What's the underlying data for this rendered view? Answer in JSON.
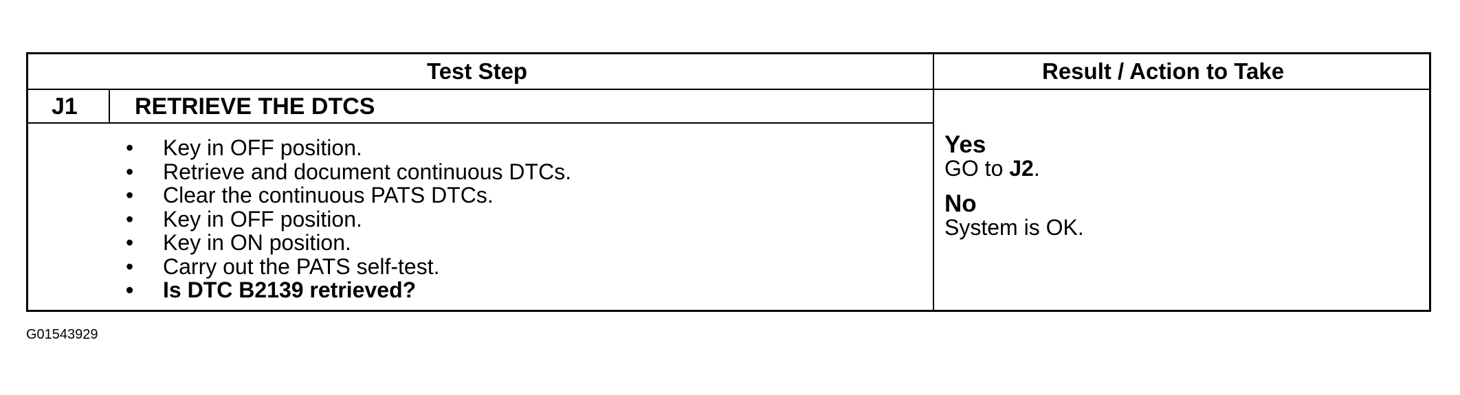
{
  "table": {
    "header": {
      "test_step": "Test Step",
      "result_action": "Result / Action to Take"
    },
    "step": {
      "id": "J1",
      "title": "RETRIEVE THE DTCS",
      "bullets": [
        {
          "text": "Key in OFF position.",
          "bold": false
        },
        {
          "text": "Retrieve and document continuous DTCs.",
          "bold": false
        },
        {
          "text": "Clear the continuous PATS DTCs.",
          "bold": false
        },
        {
          "text": "Key in OFF position.",
          "bold": false
        },
        {
          "text": "Key in ON position.",
          "bold": false
        },
        {
          "text": "Carry out the PATS self-test.",
          "bold": false
        },
        {
          "text": "Is DTC B2139 retrieved?",
          "bold": true
        }
      ],
      "bullet_glyph": "•"
    },
    "results": {
      "yes_label": "Yes",
      "yes_prefix": "GO to ",
      "yes_target": "J2",
      "yes_suffix": ".",
      "no_label": "No",
      "no_action": "System is OK."
    }
  },
  "figure_id": "G01543929"
}
